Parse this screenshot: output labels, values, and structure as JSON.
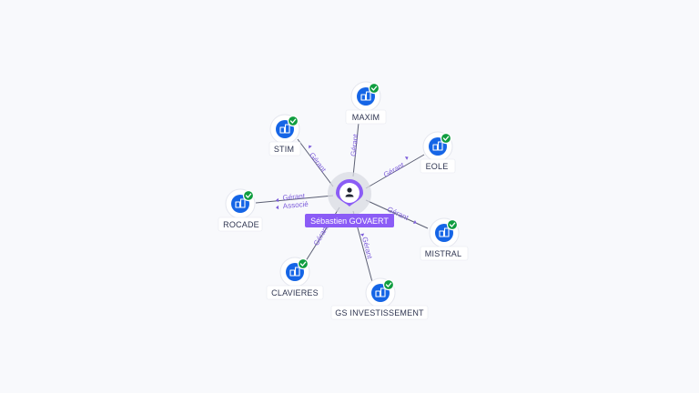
{
  "graph": {
    "center": {
      "name": "Sébastien GOVAERT",
      "icon": "person-icon",
      "accent_color": "#8b5cf6"
    },
    "companies": [
      {
        "name": "MAXIM",
        "relation": "Gérant",
        "verified": true,
        "icon": "building-icon"
      },
      {
        "name": "STIM",
        "relation": "Gérant",
        "verified": true,
        "icon": "building-icon"
      },
      {
        "name": "EOLE",
        "relation": "Gérant",
        "verified": true,
        "icon": "building-icon"
      },
      {
        "name": "ROCADE",
        "relation": "Gérant",
        "relation_secondary": "Associé",
        "verified": true,
        "icon": "building-icon"
      },
      {
        "name": "MISTRAL",
        "relation": "Gérant",
        "verified": true,
        "icon": "building-icon"
      },
      {
        "name": "CLAVIERES",
        "relation": "Gérant",
        "verified": true,
        "icon": "building-icon"
      },
      {
        "name": "GS INVESTISSEMENT",
        "relation": "Gérant",
        "verified": true,
        "icon": "building-icon"
      }
    ],
    "colors": {
      "company_node": "#1565e6",
      "verified_badge": "#0f9d3f",
      "edge_label": "#7c5cdb",
      "background": "#f8f9fc"
    }
  }
}
